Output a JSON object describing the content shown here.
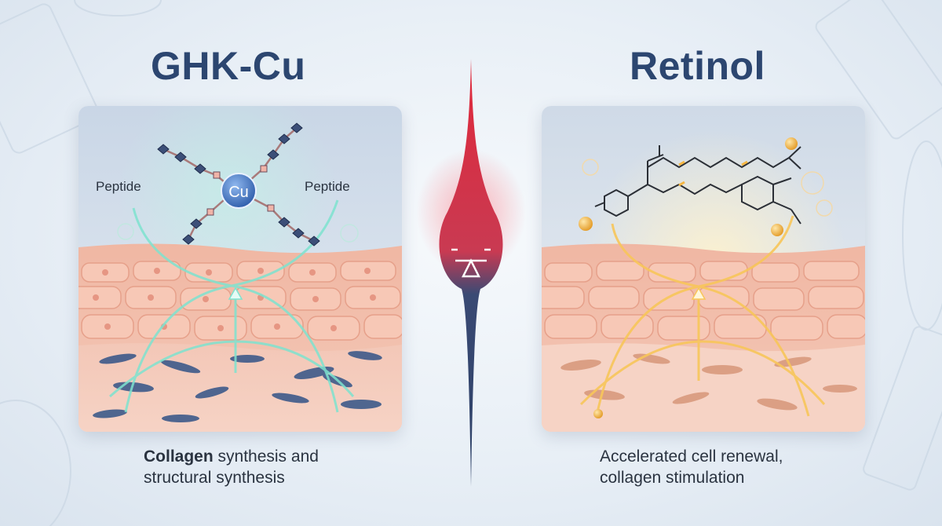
{
  "left": {
    "title": "GHK-Cu",
    "molecule_center": "Cu",
    "label_left": "Peptide",
    "label_right": "Peptide",
    "caption_bold": "Collagen",
    "caption_rest": " synthesis and",
    "caption_line2": "structural synthesis",
    "accent_color": "#5fd6c0"
  },
  "right": {
    "title": "Retinol",
    "caption_line1": "Accelerated cell renewal,",
    "caption_line2": "collagen stimulation",
    "accent_color": "#f5b642"
  },
  "center": {
    "icon": "balance-scale-icon",
    "top_color": "#e0283a",
    "bottom_color": "#2b3f66"
  },
  "colors": {
    "title": "#2c4670",
    "skin": "#f2b5a0",
    "cell_left": "#3e5a8a",
    "cell_right": "#d99a7e"
  }
}
